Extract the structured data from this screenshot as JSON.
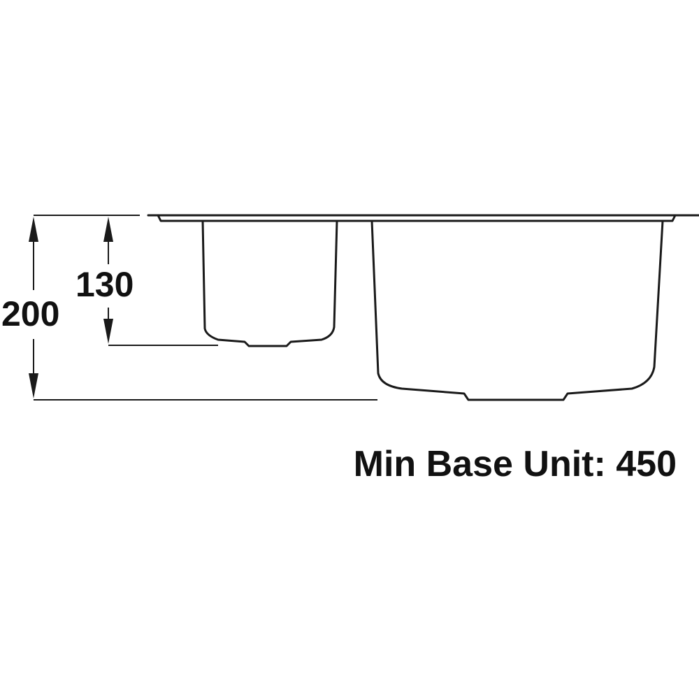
{
  "dimensions": {
    "overall_height": "200",
    "small_bowl_height": "130"
  },
  "caption": "Min Base Unit: 450",
  "colors": {
    "line": "#1a1a1a",
    "text": "#111111",
    "background": "#ffffff"
  }
}
